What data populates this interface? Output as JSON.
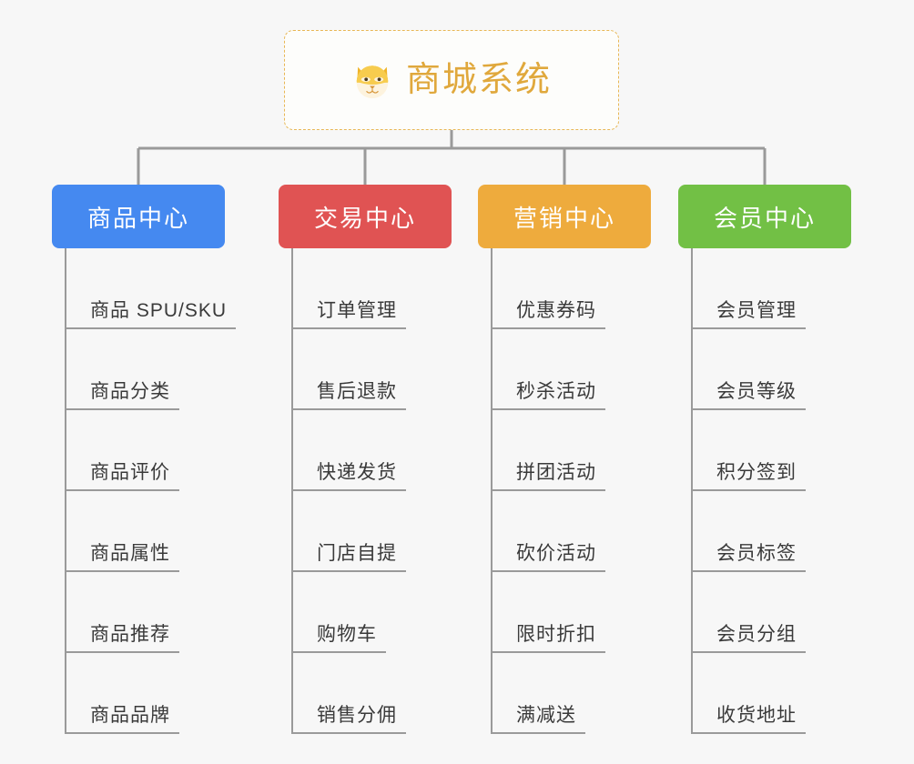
{
  "diagram": {
    "type": "org-chart",
    "background_color": "#f7f7f7",
    "root": {
      "title": "商城系统",
      "icon": "shiba-dog-icon",
      "text_color": "#e0a83c",
      "border_color": "#e8b755",
      "border_style": "dashed"
    },
    "connector_color": "#9a9a9a",
    "columns": [
      {
        "title": "商品中心",
        "color": "#4589f0",
        "items": [
          "商品 SPU/SKU",
          "商品分类",
          "商品评价",
          "商品属性",
          "商品推荐",
          "商品品牌"
        ]
      },
      {
        "title": "交易中心",
        "color": "#e05353",
        "items": [
          "订单管理",
          "售后退款",
          "快递发货",
          "门店自提",
          "购物车",
          "销售分佣"
        ]
      },
      {
        "title": "营销中心",
        "color": "#eeab3d",
        "items": [
          "优惠券码",
          "秒杀活动",
          "拼团活动",
          "砍价活动",
          "限时折扣",
          "满减送"
        ]
      },
      {
        "title": "会员中心",
        "color": "#72c045",
        "items": [
          "会员管理",
          "会员等级",
          "积分签到",
          "会员标签",
          "会员分组",
          "收货地址"
        ]
      }
    ]
  }
}
